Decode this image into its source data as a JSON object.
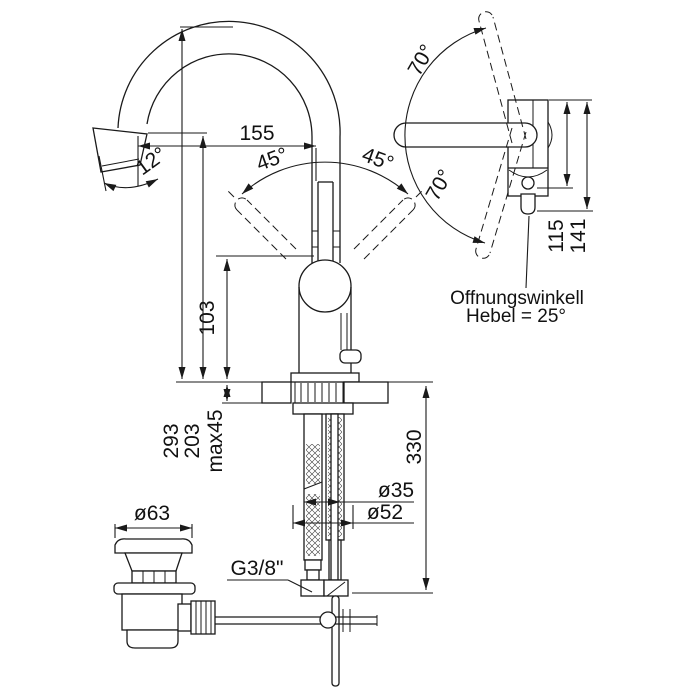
{
  "page": {
    "background": "#ffffff",
    "line_color": "#1a1a1a"
  },
  "side_view": {
    "dims": {
      "spout_reach": "155",
      "spout_angle": "12°",
      "lever_tilt_left": "45°",
      "lever_tilt_right": "45°",
      "pivot_height": "103",
      "spout_height": "293",
      "outlet_height": "203",
      "deck_max_thickness": "max45",
      "under_deck_length": "330",
      "shank_diameter": "ø35",
      "base_diameter": "ø52"
    },
    "drain": {
      "plug_diameter": "ø63",
      "supply_thread": "G3/8\""
    }
  },
  "top_view": {
    "dims": {
      "swivel_left": "70°",
      "swivel_right": "70°",
      "body_length": "115",
      "overall_length": "141"
    },
    "note": {
      "line1": "Offnungswinkell",
      "line2": "Hebel = 25°"
    }
  }
}
